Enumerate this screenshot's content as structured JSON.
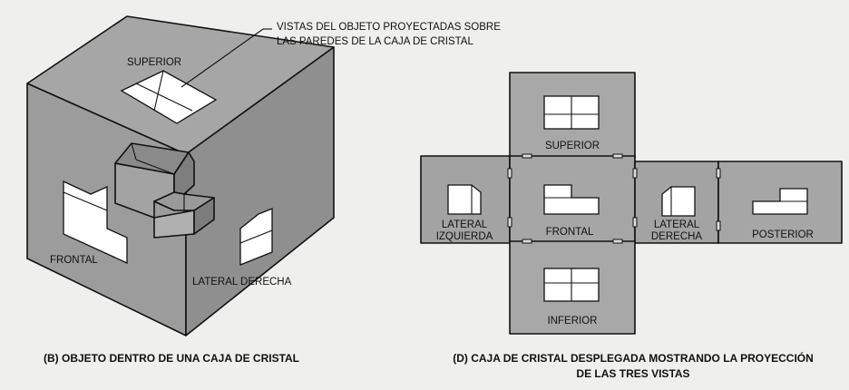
{
  "left_figure": {
    "callout_line1": "VISTAS DEL OBJETO PROYECTADAS SOBRE",
    "callout_line2": "LAS PAREDES DE LA CAJA DE CRISTAL",
    "label_top": "SUPERIOR",
    "label_front": "FRONTAL",
    "label_right": "LATERAL DERECHA",
    "caption": "(B) OBJETO DENTRO DE UNA CAJA DE CRISTAL"
  },
  "right_figure": {
    "label_top": "SUPERIOR",
    "label_left_line1": "LATERAL",
    "label_left_line2": "IZQUIERDA",
    "label_front": "FRONTAL",
    "label_right_line1": "LATERAL",
    "label_right_line2": "DERECHA",
    "label_back": "POSTERIOR",
    "label_bottom": "INFERIOR",
    "caption_line1": "(D) CAJA DE CRISTAL DESPLEGADA MOSTRANDO LA PROYECCIÓN",
    "caption_line2": "DE LAS TRES VISTAS"
  },
  "colors": {
    "panel_light": "#a9a9a9",
    "panel_mid": "#9a9a9a",
    "panel_dark": "#8a8a8a",
    "ink": "#111111"
  }
}
